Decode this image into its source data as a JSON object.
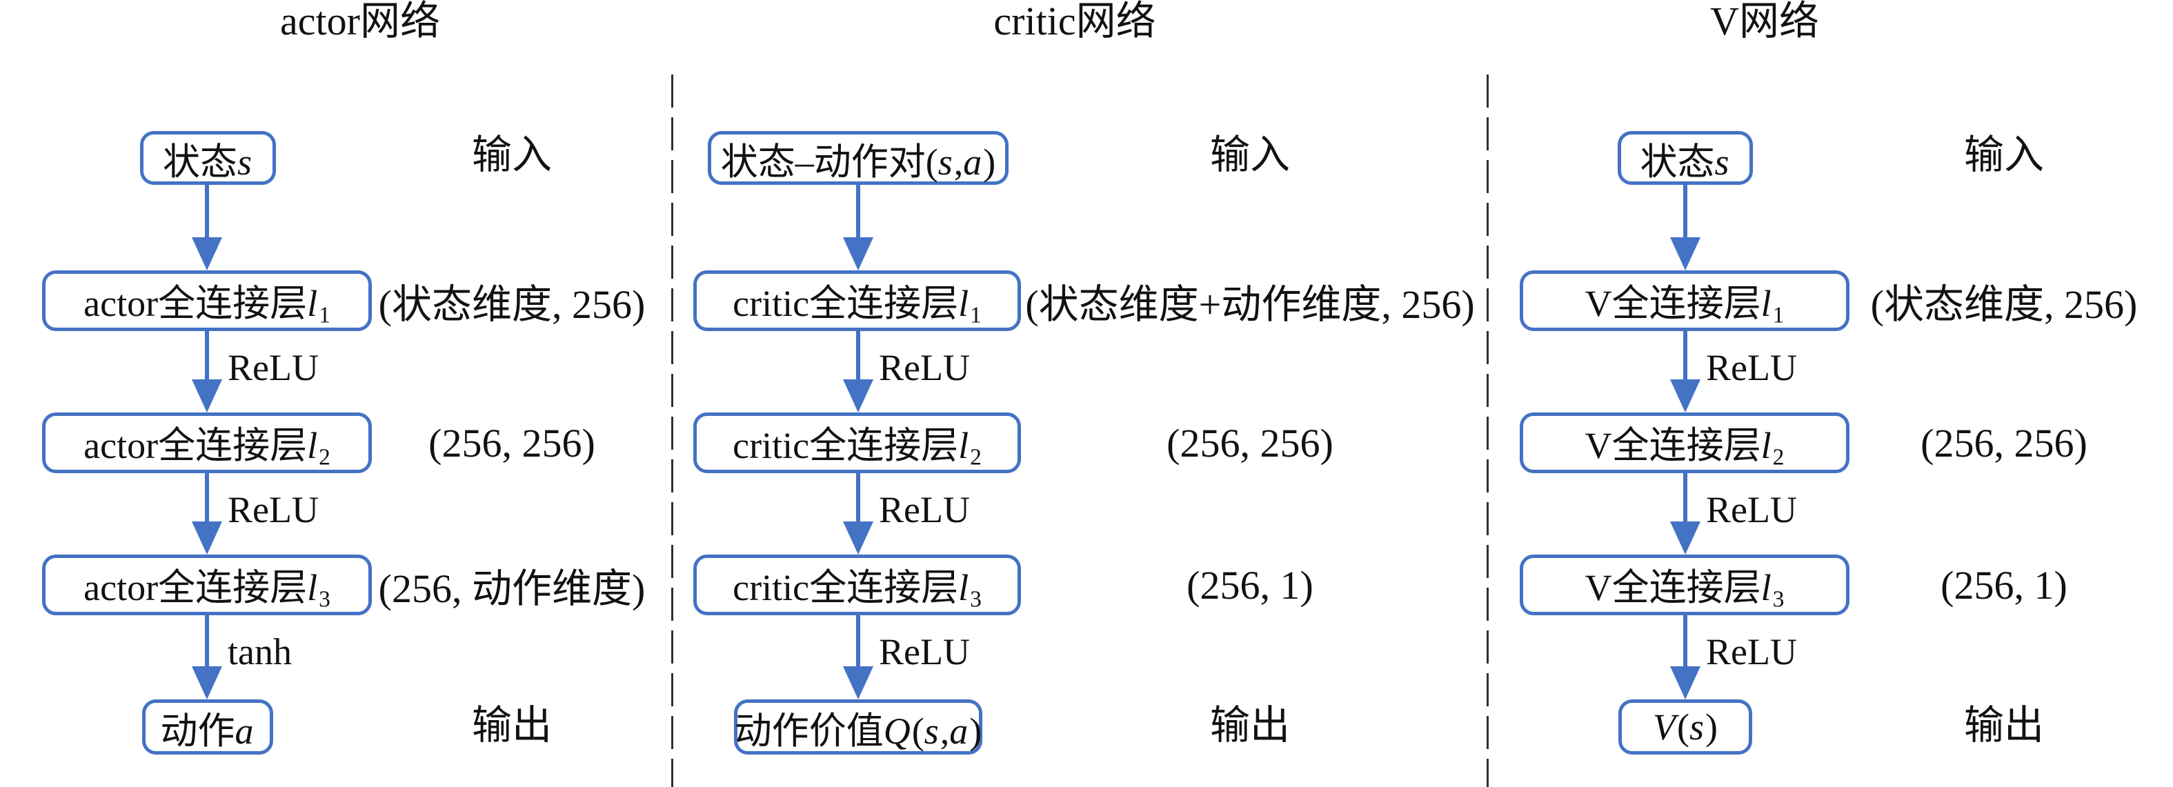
{
  "diagram": {
    "description": "三个全连接神经网络结构图：actor网络、critic网络、V网络",
    "colors": {
      "box_border": "#4472C4",
      "arrow": "#4472C4",
      "divider": "#2f2f2f",
      "text": "#111111",
      "background": "#ffffff"
    },
    "columns": [
      {
        "id": "actor",
        "title": "actor网络",
        "input": {
          "parts": [
            {
              "t": "状态"
            },
            {
              "t": "s",
              "i": true
            }
          ],
          "side_label": "输入"
        },
        "layers": [
          {
            "parts": [
              {
                "t": "actor全连接层"
              },
              {
                "t": "l",
                "i": true
              },
              {
                "t": "1",
                "sub": true
              }
            ],
            "annotation": "(状态维度, 256)"
          },
          {
            "parts": [
              {
                "t": "actor全连接层"
              },
              {
                "t": "l",
                "i": true
              },
              {
                "t": "2",
                "sub": true
              }
            ],
            "annotation": "(256, 256)"
          },
          {
            "parts": [
              {
                "t": "actor全连接层"
              },
              {
                "t": "l",
                "i": true
              },
              {
                "t": "3",
                "sub": true
              }
            ],
            "annotation": "(256, 动作维度)"
          }
        ],
        "arrow_labels": [
          "ReLU",
          "ReLU",
          "tanh"
        ],
        "output": {
          "parts": [
            {
              "t": "动作"
            },
            {
              "t": "a",
              "i": true
            }
          ],
          "side_label": "输出"
        }
      },
      {
        "id": "critic",
        "title": "critic网络",
        "input": {
          "parts": [
            {
              "t": "状态–动作对("
            },
            {
              "t": "s",
              "i": true
            },
            {
              "t": ","
            },
            {
              "t": "a",
              "i": true
            },
            {
              "t": ")"
            }
          ],
          "side_label": "输入"
        },
        "layers": [
          {
            "parts": [
              {
                "t": "critic全连接层"
              },
              {
                "t": "l",
                "i": true
              },
              {
                "t": "1",
                "sub": true
              }
            ],
            "annotation": "(状态维度+动作维度, 256)"
          },
          {
            "parts": [
              {
                "t": "critic全连接层"
              },
              {
                "t": "l",
                "i": true
              },
              {
                "t": "2",
                "sub": true
              }
            ],
            "annotation": "(256, 256)"
          },
          {
            "parts": [
              {
                "t": "critic全连接层"
              },
              {
                "t": "l",
                "i": true
              },
              {
                "t": "3",
                "sub": true
              }
            ],
            "annotation": "(256, 1)"
          }
        ],
        "arrow_labels": [
          "ReLU",
          "ReLU",
          "ReLU"
        ],
        "output": {
          "parts": [
            {
              "t": "动作价值"
            },
            {
              "t": "Q",
              "i": true
            },
            {
              "t": "("
            },
            {
              "t": "s",
              "i": true
            },
            {
              "t": ","
            },
            {
              "t": "a",
              "i": true
            },
            {
              "t": ")"
            }
          ],
          "side_label": "输出"
        }
      },
      {
        "id": "v",
        "title": "V网络",
        "input": {
          "parts": [
            {
              "t": "状态"
            },
            {
              "t": "s",
              "i": true
            }
          ],
          "side_label": "输入"
        },
        "layers": [
          {
            "parts": [
              {
                "t": "V全连接层"
              },
              {
                "t": "l",
                "i": true
              },
              {
                "t": "1",
                "sub": true
              }
            ],
            "annotation": "(状态维度, 256)"
          },
          {
            "parts": [
              {
                "t": "V全连接层"
              },
              {
                "t": "l",
                "i": true
              },
              {
                "t": "2",
                "sub": true
              }
            ],
            "annotation": "(256, 256)"
          },
          {
            "parts": [
              {
                "t": "V全连接层"
              },
              {
                "t": "l",
                "i": true
              },
              {
                "t": "3",
                "sub": true
              }
            ],
            "annotation": "(256, 1)"
          }
        ],
        "arrow_labels": [
          "ReLU",
          "ReLU",
          "ReLU"
        ],
        "output": {
          "parts": [
            {
              "t": "V",
              "i": true
            },
            {
              "t": "("
            },
            {
              "t": "s",
              "i": true
            },
            {
              "t": ")"
            }
          ],
          "side_label": "输出"
        }
      }
    ]
  }
}
